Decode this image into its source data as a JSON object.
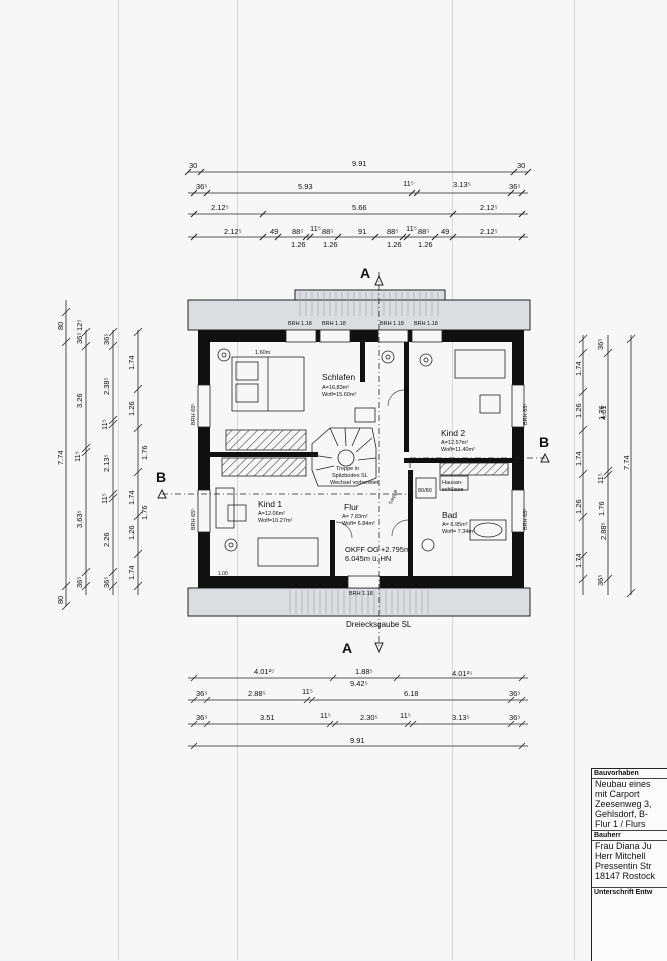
{
  "dims_top": {
    "r1": [
      "30",
      "9.91",
      "30"
    ],
    "r2": [
      "36⁵",
      "5.93",
      "11⁵",
      "3.13⁵",
      "36⁵"
    ],
    "r3": [
      "2.12⁵",
      "5.66",
      "2.12⁵"
    ],
    "r4a": [
      "2.12⁵",
      "49",
      "88⁵",
      "11⁵",
      "88⁵",
      "91",
      "88⁵",
      "11⁵",
      "88⁵",
      "49",
      "2.12⁵"
    ],
    "r4b": [
      "1.26",
      "1.26",
      "1.26",
      "1.26"
    ]
  },
  "dims_bottom": {
    "r1": [
      "4.01²⁵",
      "1.88⁵",
      "9.42⁵",
      "4.01²⁵"
    ],
    "r2": [
      "36⁵",
      "2.88⁵",
      "11⁵",
      "6.18",
      "36⁵"
    ],
    "r3": [
      "36⁵",
      "3.51",
      "11⁵",
      "2.30⁵",
      "11⁵",
      "3.13⁵",
      "36⁵"
    ],
    "r4": [
      "9.91"
    ]
  },
  "dims_left": {
    "outer": [
      "80",
      "7.74",
      "80"
    ],
    "mid": [
      "36⁵",
      "12⁵",
      "3.26",
      "11⁵",
      "3.63⁵",
      "36⁵"
    ],
    "inner1": [
      "36⁵",
      "2.38⁵",
      "11⁵",
      "2.13⁵",
      "11⁵",
      "2.26",
      "36⁵"
    ],
    "inner2": [
      "1.74",
      "1.26",
      "1.76",
      "1.74",
      "1.26",
      "1.76",
      "1.74"
    ]
  },
  "dims_right": {
    "outer": [
      "7.74"
    ],
    "mid": [
      "4.01",
      "2.88⁵"
    ],
    "inner": [
      "36⁵",
      "1.74",
      "1.26",
      "1.76",
      "1.74",
      "1.26",
      "1.76",
      "1.74",
      "36⁵",
      "11⁵"
    ]
  },
  "sections": {
    "a": "A",
    "b": "B"
  },
  "rooms": {
    "schlafen": {
      "name": "Schlafen",
      "a": "A=16.83m²",
      "wofl": "Wofl=15.60m²"
    },
    "kind2": {
      "name": "Kind 2",
      "a": "A=12.57m²",
      "wofl": "Wofl=11.40m²"
    },
    "kind1": {
      "name": "Kind 1",
      "a": "A=12.06m²",
      "wofl": "Wofl=10.27m²"
    },
    "flur": {
      "name": "Flur",
      "a": "A= 7.83m²",
      "wofl": "Wofl= 6.84m²"
    },
    "bad": {
      "name": "Bad",
      "a": "A= 6.95m²",
      "wofl": "Wofl= 7.34m²"
    }
  },
  "labels": {
    "brh": "BRH 1.18",
    "brh_side": "BRH 65⁵",
    "bed": "1.60m",
    "bed2": "1.00",
    "stair1": "Treppe in",
    "stair2": "Spitzboden SL",
    "stair3": "Wechsel vorbereitet",
    "treppe": "Treppe",
    "shaft": "80/80",
    "hwr1": "Hausan-",
    "hwr2": "schlüsse",
    "okff1": "OKFF OG +2.795m",
    "okff2": "6.045m ü. HN",
    "gaube": "Dreiecksgaube SL"
  },
  "titleblock": {
    "h1": "Bauvorhaben",
    "l1": "Neubau eines",
    "l2": "mit Carport",
    "l3": "Zeesenweg 3,",
    "l4": "Gehlsdorf, B-",
    "l5": "Flur 1 / Flurs",
    "h2": "Bauherr",
    "l6": "Frau Diana Ju",
    "l7": "Herr Mitchell",
    "l8": "Pressentin Str",
    "l9": "18147 Rostock",
    "h3": "Unterschrift Entw"
  },
  "colors": {
    "wall": "#101010",
    "roof": "#d7d8da",
    "line": "#1a1a1a",
    "bg": "#f7f7f8"
  }
}
